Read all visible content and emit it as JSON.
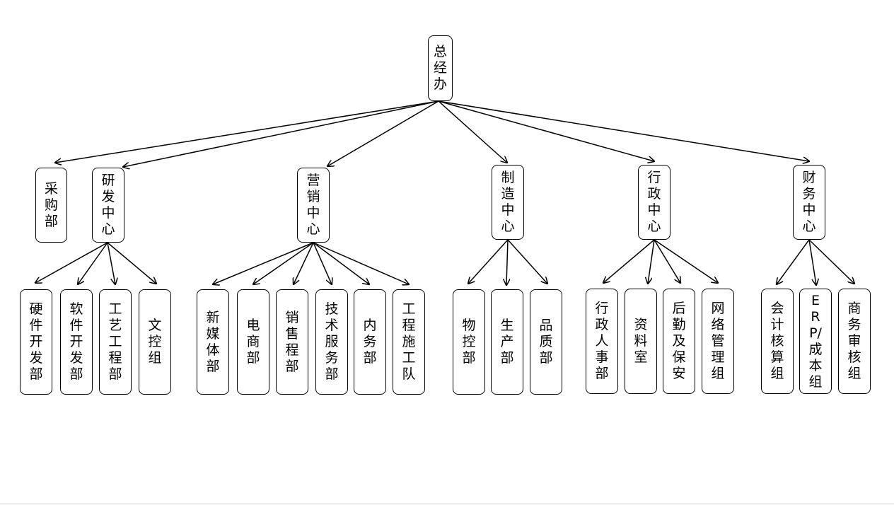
{
  "diagram": {
    "root": "总经办",
    "departments": [
      {
        "label": "采购部",
        "children": []
      },
      {
        "label": "研发中心",
        "children": [
          "硬件开发部",
          "软件开发部",
          "工艺工程部",
          "文控组"
        ]
      },
      {
        "label": "营销中心",
        "children": [
          "新媒体部",
          "电商部",
          "销售程部",
          "技术服务部",
          "内务部",
          "工程施工队"
        ]
      },
      {
        "label": "制造中心",
        "children": [
          "物控部",
          "生产部",
          "品质部"
        ]
      },
      {
        "label": "行政中心",
        "children": [
          "行政人事部",
          "资料室",
          "后勤及保安",
          "网络管理组"
        ]
      },
      {
        "label": "财务中心",
        "children": [
          "会计核算组",
          "ERP/成本组",
          "商务审核组"
        ]
      }
    ]
  }
}
